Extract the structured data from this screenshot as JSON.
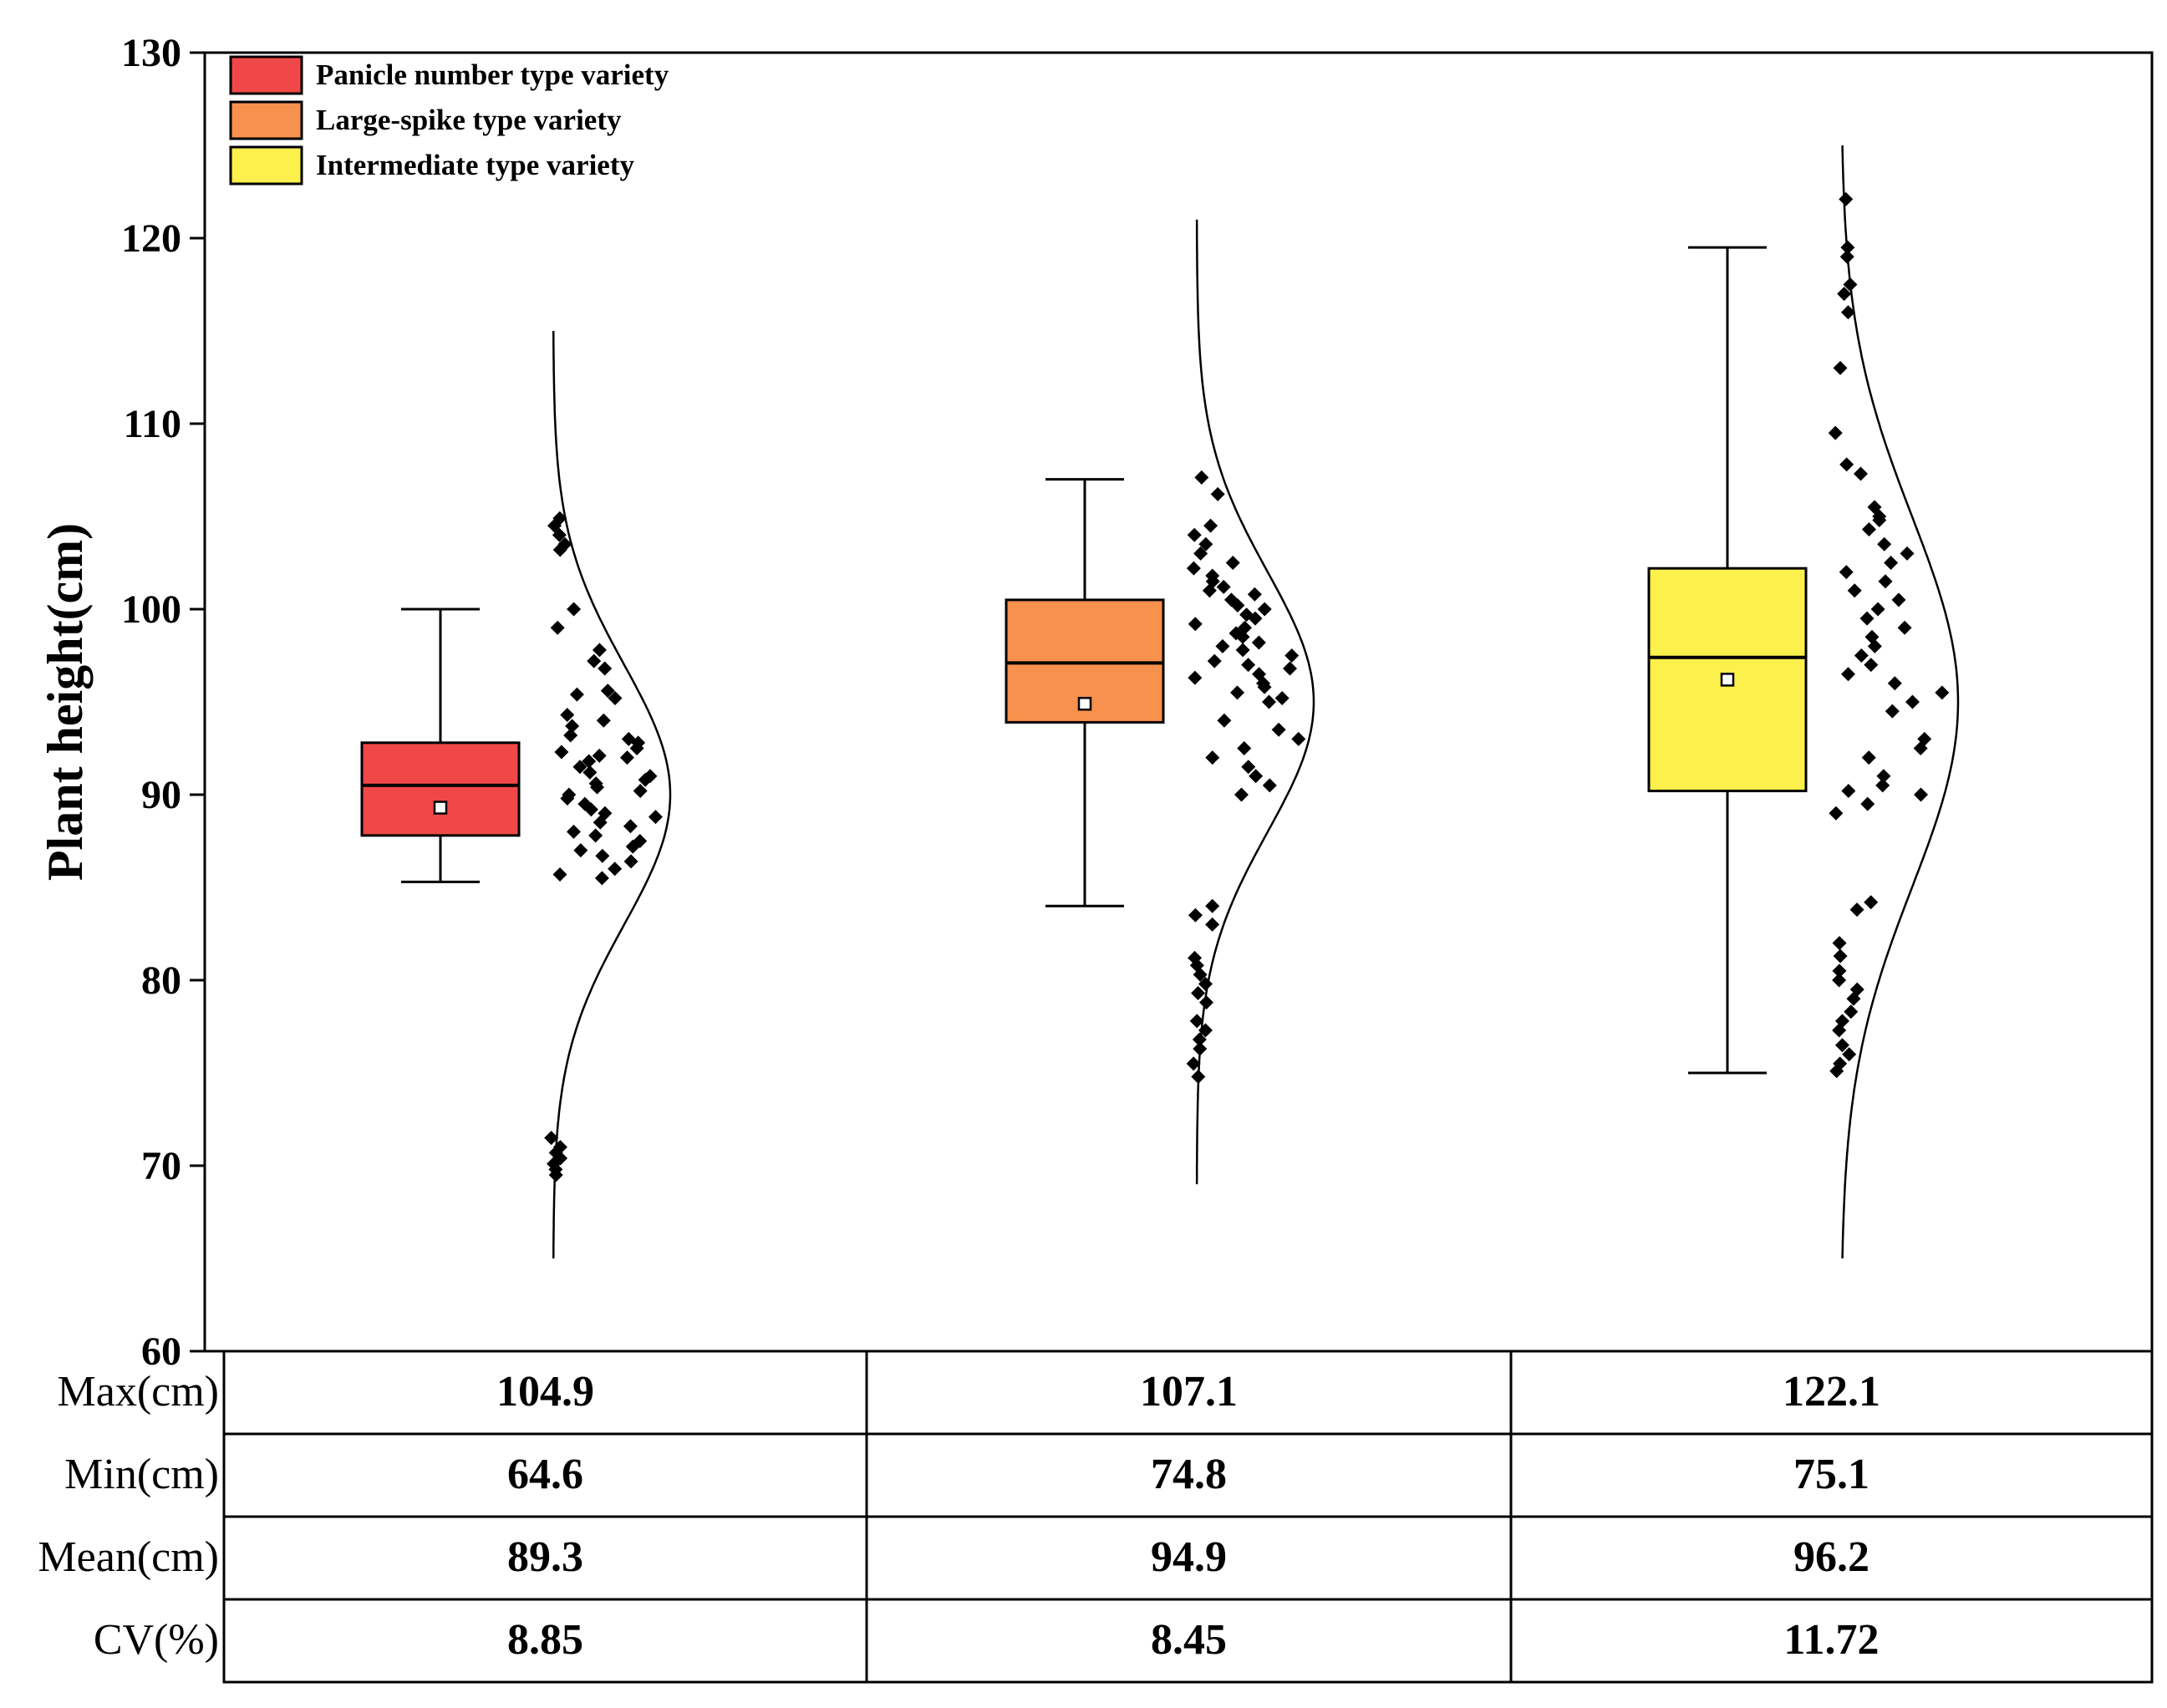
{
  "chart_data": {
    "type": "box",
    "ylabel": "Plant height(cm)",
    "ylim": [
      60,
      130
    ],
    "yticks": [
      60,
      70,
      80,
      90,
      100,
      110,
      120,
      130
    ],
    "grid": false,
    "legend_position": "top-left",
    "series": [
      {
        "name": "Panicle number type variety",
        "color": "#f04848",
        "box": {
          "whisker_low": 85.3,
          "q1": 87.8,
          "median": 90.5,
          "q3": 92.8,
          "whisker_high": 100.0,
          "mean": 89.3
        },
        "curve": {
          "mean": 90.0,
          "sd": 7.0,
          "from": 65,
          "to": 115
        },
        "points": [
          104.9,
          104.5,
          104.0,
          103.5,
          103.2,
          100.0,
          99.0,
          97.8,
          97.2,
          96.8,
          95.6,
          95.4,
          95.2,
          94.3,
          94.0,
          93.7,
          93.2,
          93.0,
          92.8,
          92.5,
          92.3,
          92.1,
          92.0,
          91.8,
          91.5,
          91.2,
          91.0,
          90.8,
          90.6,
          90.4,
          90.2,
          90.0,
          89.8,
          89.5,
          89.2,
          89.0,
          88.8,
          88.5,
          88.3,
          88.0,
          87.8,
          87.5,
          87.2,
          87.0,
          86.7,
          86.4,
          86.0,
          85.7,
          85.5,
          71.5,
          71.0,
          70.7,
          70.4,
          70.1,
          69.8,
          69.5
        ],
        "stats": {
          "max": "104.9",
          "min": "64.6",
          "mean": "89.3",
          "cv": "8.85"
        }
      },
      {
        "name": "Large-spike type variety",
        "color": "#f7914d",
        "box": {
          "whisker_low": 84.0,
          "q1": 93.9,
          "median": 97.1,
          "q3": 100.5,
          "whisker_high": 107.0,
          "mean": 94.9
        },
        "curve": {
          "mean": 95.0,
          "sd": 7.0,
          "from": 69,
          "to": 121
        },
        "points": [
          107.1,
          106.2,
          104.5,
          104.0,
          103.5,
          103.0,
          102.5,
          102.2,
          101.8,
          101.5,
          101.2,
          101.0,
          100.8,
          100.5,
          100.2,
          100.0,
          99.7,
          99.5,
          99.2,
          99.0,
          98.7,
          98.5,
          98.2,
          98.0,
          97.8,
          97.5,
          97.2,
          97.0,
          96.8,
          96.5,
          96.3,
          96.0,
          95.8,
          95.5,
          95.2,
          95.0,
          94.0,
          93.5,
          93.0,
          92.5,
          92.0,
          91.5,
          91.0,
          90.5,
          90.0,
          84.0,
          83.5,
          83.0,
          81.2,
          80.8,
          80.3,
          79.8,
          79.3,
          78.8,
          77.8,
          77.3,
          76.8,
          76.3,
          75.5,
          74.8
        ],
        "stats": {
          "max": "107.1",
          "min": "74.8",
          "mean": "94.9",
          "cv": "8.45"
        }
      },
      {
        "name": "Intermediate type variety",
        "color": "#fbf04c",
        "box": {
          "whisker_low": 75.0,
          "q1": 90.2,
          "median": 97.4,
          "q3": 102.2,
          "whisker_high": 119.5,
          "mean": 96.2
        },
        "curve": {
          "mean": 95.0,
          "sd": 10.0,
          "from": 65,
          "to": 125
        },
        "points": [
          122.1,
          119.5,
          119.0,
          117.5,
          117.0,
          116.0,
          113.0,
          109.5,
          107.8,
          107.3,
          105.5,
          105.0,
          104.8,
          104.3,
          103.5,
          103.0,
          102.5,
          102.0,
          101.5,
          101.0,
          100.5,
          100.0,
          99.5,
          99.0,
          98.5,
          98.0,
          97.5,
          97.0,
          96.5,
          96.0,
          95.5,
          95.0,
          94.5,
          93.0,
          92.5,
          92.0,
          91.0,
          90.5,
          90.2,
          90.0,
          89.5,
          89.0,
          84.2,
          83.8,
          82.0,
          81.3,
          80.5,
          80.0,
          79.5,
          79.0,
          78.3,
          77.8,
          77.3,
          76.5,
          76.0,
          75.5,
          75.1
        ],
        "stats": {
          "max": "122.1",
          "min": "75.1",
          "mean": "96.2",
          "cv": "11.72"
        }
      }
    ],
    "table": {
      "row_labels": [
        "Max(cm)",
        "Min(cm)",
        "Mean(cm)",
        "CV(%)"
      ],
      "row_keys": [
        "max",
        "min",
        "mean",
        "cv"
      ]
    }
  }
}
